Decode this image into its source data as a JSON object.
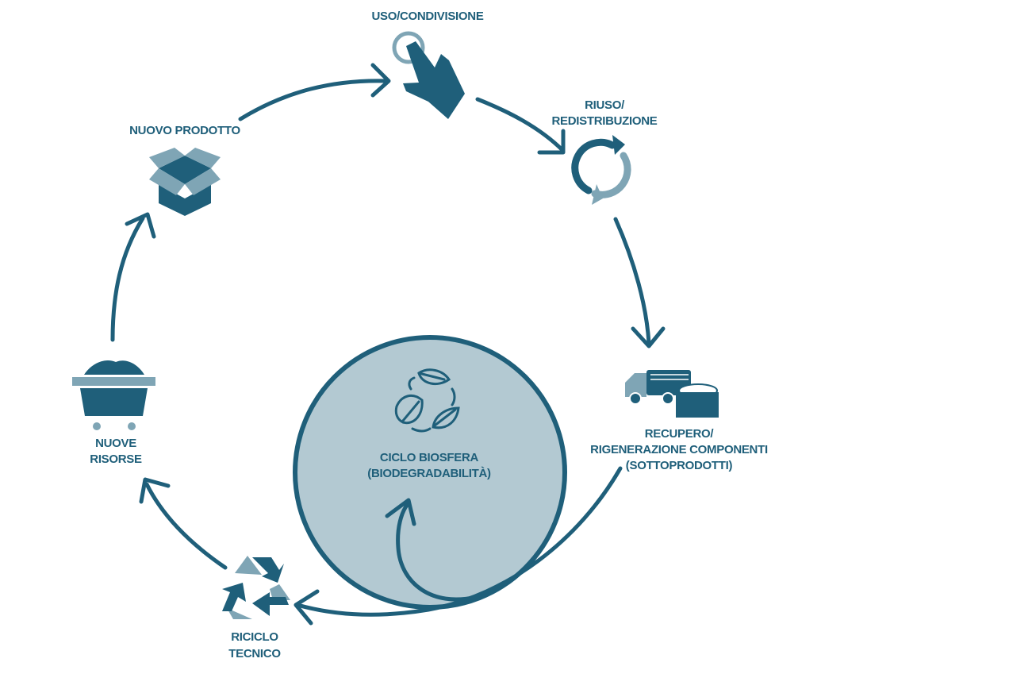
{
  "colors": {
    "primary": "#1f5f7a",
    "light": "#7fa5b5",
    "circle_fill": "#b3c9d2"
  },
  "stages": {
    "uso": {
      "label": "USO/CONDIVISIONE",
      "icon": "touch-hand-icon"
    },
    "riuso": {
      "line1": "RIUSO/",
      "line2": "REDISTRIBUZIONE",
      "icon": "refresh-arrows-icon"
    },
    "recupero": {
      "line1": "RECUPERO/",
      "line2": "RIGENERAZIONE COMPONENTI",
      "line3": "(SOTTOPRODOTTI)",
      "icon": "truck-bin-icon"
    },
    "riciclo": {
      "line1": "RICICLO",
      "line2": "TECNICO",
      "icon": "recycle-icon"
    },
    "nuove_risorse": {
      "line1": "NUOVE",
      "line2": "RISORSE",
      "icon": "mine-cart-icon"
    },
    "nuovo_prodotto": {
      "label": "NUOVO PRODOTTO",
      "icon": "open-box-icon"
    }
  },
  "biosfera": {
    "line1": "CICLO BIOSFERA",
    "line2": "(BIODEGRADABILITÀ)",
    "icon": "leaves-cycle-icon"
  }
}
